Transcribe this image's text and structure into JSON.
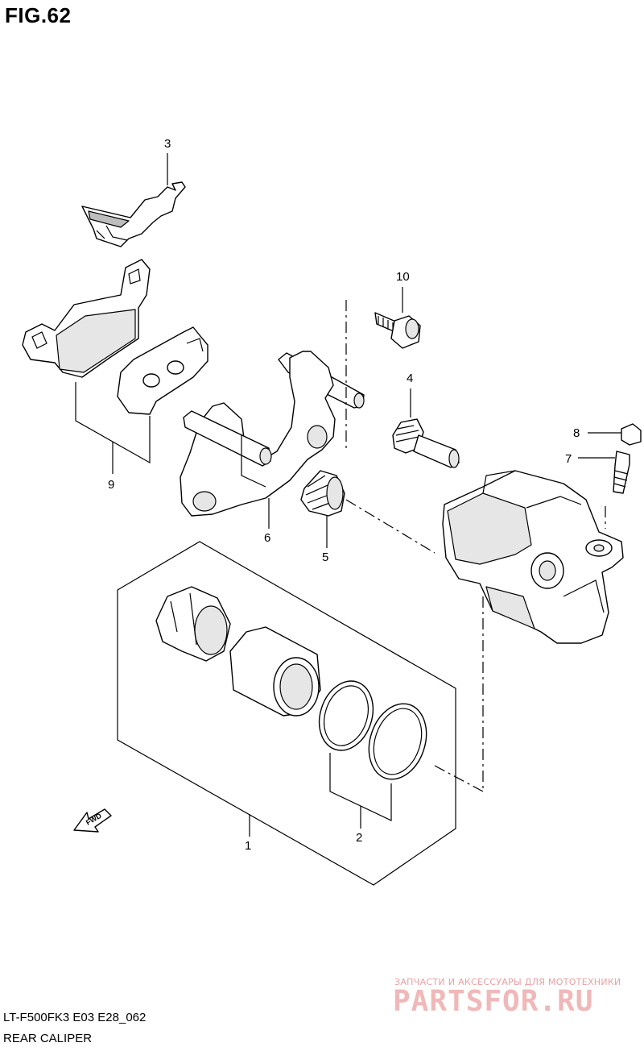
{
  "figure_title": "FIG.62",
  "callouts": {
    "p1": "1",
    "p2": "2",
    "p3": "3",
    "p4": "4",
    "p5": "5",
    "p6": "6",
    "p7": "7",
    "p8": "8",
    "p9": "9",
    "p10": "10"
  },
  "direction_label": "FWD",
  "footer": {
    "model_code": "LT-F500FK3 E03 E28_062",
    "section_name": "REAR CALIPER"
  },
  "watermark": {
    "tagline": "ЗАПЧАСТИ И АКСЕССУАРЫ ДЛЯ МОТОТЕХНИКИ",
    "site": "PARTSFOR.RU"
  }
}
